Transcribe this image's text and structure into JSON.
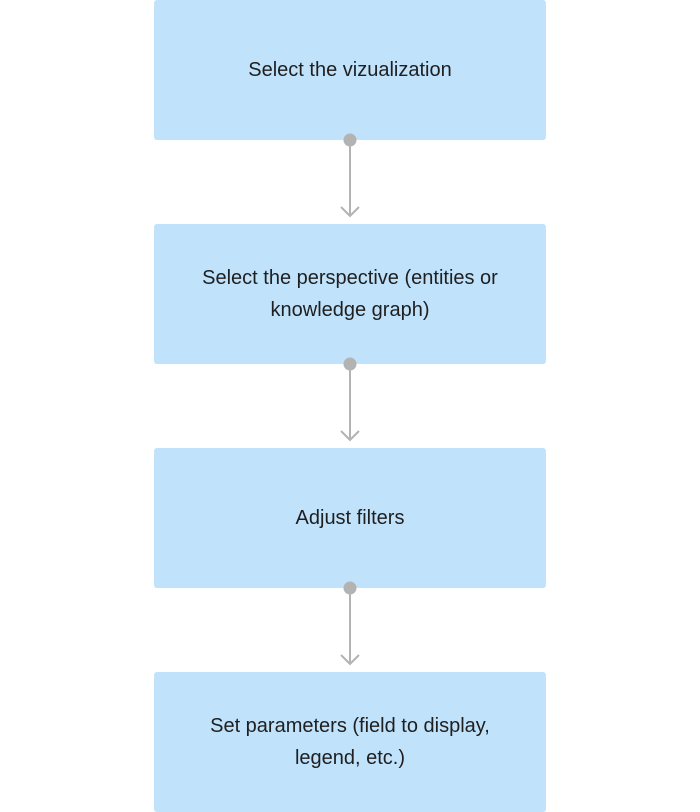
{
  "flow": {
    "steps": [
      {
        "label": "Select the vizualization"
      },
      {
        "label": "Select the perspective (entities or knowledge graph)"
      },
      {
        "label": "Adjust filters"
      },
      {
        "label": "Set parameters (field to display, legend, etc.)"
      }
    ]
  },
  "colors": {
    "box_fill": "#c0e2fb",
    "connector": "#b3b3b3",
    "text": "#1f1f1f"
  }
}
